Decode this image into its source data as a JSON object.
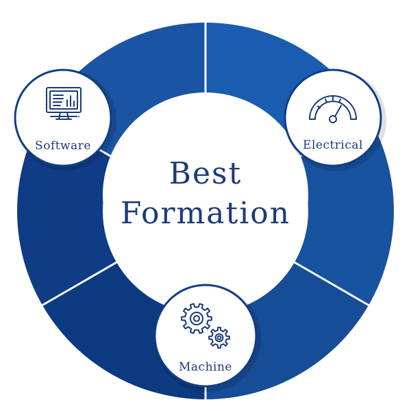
{
  "center": {
    "title_line1": "Best",
    "title_line2": "Formation"
  },
  "ring": {
    "segments": [
      {
        "color": "#1a5cb0"
      },
      {
        "color": "#17539f"
      },
      {
        "color": "#174c97"
      },
      {
        "color": "#0c3a80"
      },
      {
        "color": "#0f3c84"
      },
      {
        "color": "#1b54a3"
      }
    ]
  },
  "nodes": [
    {
      "label": "Software",
      "icon": "monitor-dashboard-icon"
    },
    {
      "label": "Electrical",
      "icon": "speedometer-gauge-icon"
    },
    {
      "label": "Machine",
      "icon": "gears-icon"
    }
  ]
}
